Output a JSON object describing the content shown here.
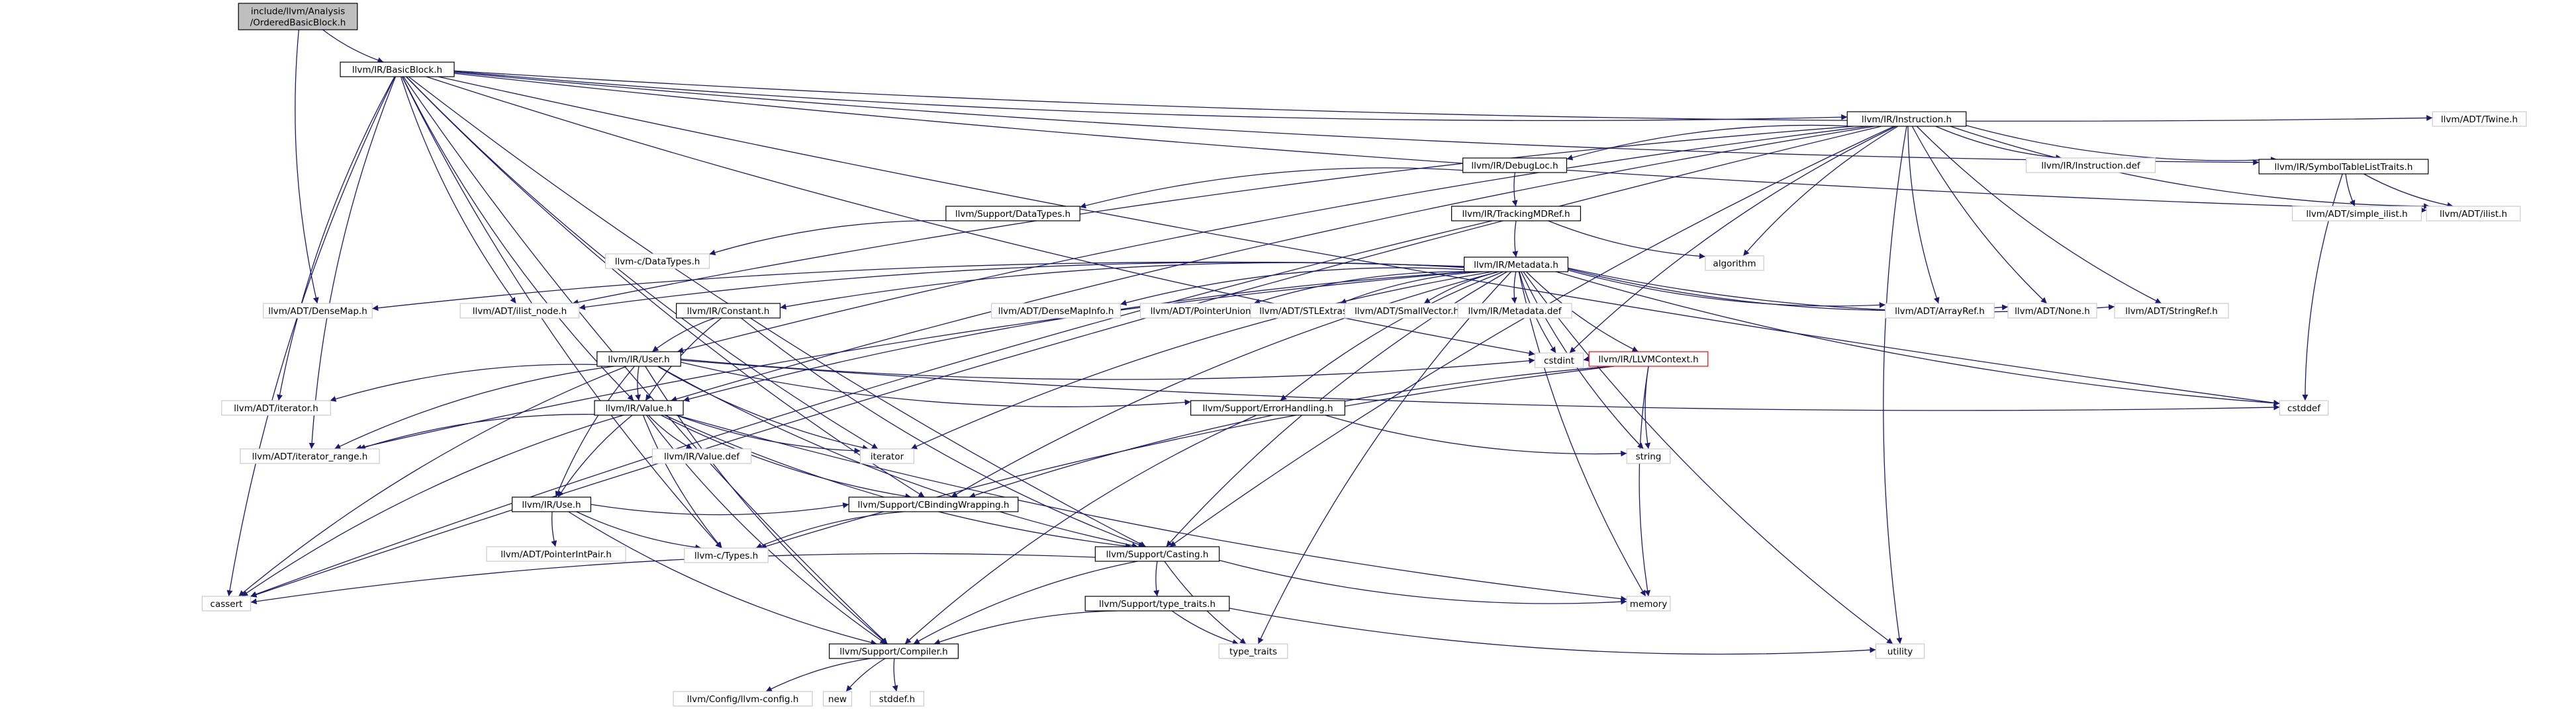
{
  "graph": {
    "nodes": [
      {
        "id": "obb",
        "lines": [
          "include/llvm/Analysis",
          "/OrderedBasicBlock.h"
        ],
        "style": "root"
      },
      {
        "id": "bb",
        "lines": [
          "llvm/IR/BasicBlock.h"
        ],
        "style": "box"
      },
      {
        "id": "ins",
        "lines": [
          "llvm/IR/Instruction.h"
        ],
        "style": "box"
      },
      {
        "id": "twine",
        "lines": [
          "llvm/ADT/Twine.h"
        ],
        "style": "plain"
      },
      {
        "id": "sym",
        "lines": [
          "llvm/IR/SymbolTableListTraits.h"
        ],
        "style": "box"
      },
      {
        "id": "simple",
        "lines": [
          "llvm/ADT/simple_ilist.h"
        ],
        "style": "plain"
      },
      {
        "id": "ilist",
        "lines": [
          "llvm/ADT/ilist.h"
        ],
        "style": "plain"
      },
      {
        "id": "dbg",
        "lines": [
          "llvm/IR/DebugLoc.h"
        ],
        "style": "box"
      },
      {
        "id": "insdef",
        "lines": [
          "llvm/IR/Instruction.def"
        ],
        "style": "plain"
      },
      {
        "id": "sdt",
        "lines": [
          "llvm/Support/DataTypes.h"
        ],
        "style": "box"
      },
      {
        "id": "tmd",
        "lines": [
          "llvm/IR/TrackingMDRef.h"
        ],
        "style": "box"
      },
      {
        "id": "algo",
        "lines": [
          "algorithm"
        ],
        "style": "plain"
      },
      {
        "id": "cdt",
        "lines": [
          "llvm-c/DataTypes.h"
        ],
        "style": "plain"
      },
      {
        "id": "meta",
        "lines": [
          "llvm/IR/Metadata.h"
        ],
        "style": "box"
      },
      {
        "id": "dmap",
        "lines": [
          "llvm/ADT/DenseMap.h"
        ],
        "style": "plain"
      },
      {
        "id": "ilnode",
        "lines": [
          "llvm/ADT/ilist_node.h"
        ],
        "style": "plain"
      },
      {
        "id": "const",
        "lines": [
          "llvm/IR/Constant.h"
        ],
        "style": "box"
      },
      {
        "id": "dmi",
        "lines": [
          "llvm/ADT/DenseMapInfo.h"
        ],
        "style": "plain"
      },
      {
        "id": "pu",
        "lines": [
          "llvm/ADT/PointerUnion.h"
        ],
        "style": "plain"
      },
      {
        "id": "stl",
        "lines": [
          "llvm/ADT/STLExtras.h"
        ],
        "style": "plain"
      },
      {
        "id": "sv",
        "lines": [
          "llvm/ADT/SmallVector.h"
        ],
        "style": "plain"
      },
      {
        "id": "mdef",
        "lines": [
          "llvm/IR/Metadata.def"
        ],
        "style": "plain"
      },
      {
        "id": "aref",
        "lines": [
          "llvm/ADT/ArrayRef.h"
        ],
        "style": "plain"
      },
      {
        "id": "none",
        "lines": [
          "llvm/ADT/None.h"
        ],
        "style": "plain"
      },
      {
        "id": "sref",
        "lines": [
          "llvm/ADT/StringRef.h"
        ],
        "style": "plain"
      },
      {
        "id": "user",
        "lines": [
          "llvm/IR/User.h"
        ],
        "style": "box"
      },
      {
        "id": "ctx",
        "lines": [
          "llvm/IR/LLVMContext.h"
        ],
        "style": "red"
      },
      {
        "id": "cstdint",
        "lines": [
          "cstdint"
        ],
        "style": "plain"
      },
      {
        "id": "cstddef",
        "lines": [
          "cstddef"
        ],
        "style": "plain"
      },
      {
        "id": "iter",
        "lines": [
          "llvm/ADT/iterator.h"
        ],
        "style": "plain"
      },
      {
        "id": "value",
        "lines": [
          "llvm/IR/Value.h"
        ],
        "style": "box"
      },
      {
        "id": "eh",
        "lines": [
          "llvm/Support/ErrorHandling.h"
        ],
        "style": "box"
      },
      {
        "id": "itr",
        "lines": [
          "llvm/ADT/iterator_range.h"
        ],
        "style": "plain"
      },
      {
        "id": "vdef",
        "lines": [
          "llvm/IR/Value.def"
        ],
        "style": "plain"
      },
      {
        "id": "iterator",
        "lines": [
          "iterator"
        ],
        "style": "plain"
      },
      {
        "id": "string",
        "lines": [
          "string"
        ],
        "style": "plain"
      },
      {
        "id": "use",
        "lines": [
          "llvm/IR/Use.h"
        ],
        "style": "box"
      },
      {
        "id": "pip",
        "lines": [
          "llvm/ADT/PointerIntPair.h"
        ],
        "style": "plain"
      },
      {
        "id": "cbw",
        "lines": [
          "llvm/Support/CBindingWrapping.h"
        ],
        "style": "box"
      },
      {
        "id": "ctypes",
        "lines": [
          "llvm-c/Types.h"
        ],
        "style": "plain"
      },
      {
        "id": "cast",
        "lines": [
          "llvm/Support/Casting.h"
        ],
        "style": "box"
      },
      {
        "id": "cassert",
        "lines": [
          "cassert"
        ],
        "style": "plain"
      },
      {
        "id": "memory",
        "lines": [
          "memory"
        ],
        "style": "plain"
      },
      {
        "id": "tt",
        "lines": [
          "llvm/Support/type_traits.h"
        ],
        "style": "box"
      },
      {
        "id": "ttraits",
        "lines": [
          "type_traits"
        ],
        "style": "plain"
      },
      {
        "id": "utility",
        "lines": [
          "utility"
        ],
        "style": "plain"
      },
      {
        "id": "comp",
        "lines": [
          "llvm/Support/Compiler.h"
        ],
        "style": "box"
      },
      {
        "id": "cfg",
        "lines": [
          "llvm/Config/llvm-config.h"
        ],
        "style": "plain"
      },
      {
        "id": "new",
        "lines": [
          "new"
        ],
        "style": "plain"
      },
      {
        "id": "stddef",
        "lines": [
          "stddef.h"
        ],
        "style": "plain"
      }
    ],
    "edges": [
      [
        "obb",
        "bb"
      ],
      [
        "obb",
        "dmap"
      ],
      [
        "bb",
        "ins"
      ],
      [
        "bb",
        "twine"
      ],
      [
        "bb",
        "sym"
      ],
      [
        "bb",
        "ilist"
      ],
      [
        "bb",
        "ilnode"
      ],
      [
        "bb",
        "value"
      ],
      [
        "bb",
        "cbw"
      ],
      [
        "bb",
        "cassert"
      ],
      [
        "bb",
        "comp"
      ],
      [
        "bb",
        "iter"
      ],
      [
        "bb",
        "itr"
      ],
      [
        "bb",
        "ctypes"
      ],
      [
        "bb",
        "cstddef"
      ],
      [
        "bb",
        "cast"
      ],
      [
        "bb",
        "iterator"
      ],
      [
        "bb",
        "cstdint"
      ],
      [
        "ins",
        "sym"
      ],
      [
        "ins",
        "ilist"
      ],
      [
        "ins",
        "ilnode"
      ],
      [
        "ins",
        "dbg"
      ],
      [
        "ins",
        "insdef"
      ],
      [
        "ins",
        "user"
      ],
      [
        "ins",
        "value"
      ],
      [
        "ins",
        "cassert"
      ],
      [
        "ins",
        "algo"
      ],
      [
        "ins",
        "aref"
      ],
      [
        "ins",
        "none"
      ],
      [
        "ins",
        "sref"
      ],
      [
        "ins",
        "cstdint"
      ],
      [
        "ins",
        "utility"
      ],
      [
        "ins",
        "cast"
      ],
      [
        "sym",
        "simple"
      ],
      [
        "sym",
        "ilist"
      ],
      [
        "sym",
        "cstddef"
      ],
      [
        "dbg",
        "sdt"
      ],
      [
        "dbg",
        "tmd"
      ],
      [
        "sdt",
        "cdt"
      ],
      [
        "tmd",
        "meta"
      ],
      [
        "tmd",
        "algo"
      ],
      [
        "tmd",
        "cassert"
      ],
      [
        "meta",
        "dmap"
      ],
      [
        "meta",
        "ilnode"
      ],
      [
        "meta",
        "const"
      ],
      [
        "meta",
        "dmi"
      ],
      [
        "meta",
        "pu"
      ],
      [
        "meta",
        "stl"
      ],
      [
        "meta",
        "sv"
      ],
      [
        "meta",
        "mdef"
      ],
      [
        "meta",
        "aref"
      ],
      [
        "meta",
        "none"
      ],
      [
        "meta",
        "sref"
      ],
      [
        "meta",
        "ctx"
      ],
      [
        "meta",
        "value"
      ],
      [
        "meta",
        "eh"
      ],
      [
        "meta",
        "cbw"
      ],
      [
        "meta",
        "cast"
      ],
      [
        "meta",
        "iterator"
      ],
      [
        "meta",
        "cstdint"
      ],
      [
        "meta",
        "cstddef"
      ],
      [
        "meta",
        "string"
      ],
      [
        "meta",
        "memory"
      ],
      [
        "meta",
        "ttraits"
      ],
      [
        "meta",
        "utility"
      ],
      [
        "meta",
        "itr"
      ],
      [
        "const",
        "user"
      ],
      [
        "const",
        "value"
      ],
      [
        "const",
        "cast"
      ],
      [
        "user",
        "iter"
      ],
      [
        "user",
        "itr"
      ],
      [
        "user",
        "value"
      ],
      [
        "user",
        "use"
      ],
      [
        "user",
        "eh"
      ],
      [
        "user",
        "cast"
      ],
      [
        "user",
        "comp"
      ],
      [
        "user",
        "cassert"
      ],
      [
        "user",
        "cstdint"
      ],
      [
        "user",
        "cstddef"
      ],
      [
        "user",
        "iterator"
      ],
      [
        "value",
        "itr"
      ],
      [
        "value",
        "vdef"
      ],
      [
        "value",
        "use"
      ],
      [
        "value",
        "cbw"
      ],
      [
        "value",
        "ctypes"
      ],
      [
        "value",
        "cast"
      ],
      [
        "value",
        "comp"
      ],
      [
        "value",
        "cassert"
      ],
      [
        "value",
        "iterator"
      ],
      [
        "value",
        "memory"
      ],
      [
        "ctx",
        "cbw"
      ],
      [
        "ctx",
        "ctypes"
      ],
      [
        "ctx",
        "cstdint"
      ],
      [
        "ctx",
        "memory"
      ],
      [
        "ctx",
        "string"
      ],
      [
        "eh",
        "comp"
      ],
      [
        "eh",
        "string"
      ],
      [
        "use",
        "pip"
      ],
      [
        "use",
        "cbw"
      ],
      [
        "use",
        "ctypes"
      ],
      [
        "use",
        "comp"
      ],
      [
        "cbw",
        "ctypes"
      ],
      [
        "cast",
        "cassert"
      ],
      [
        "cast",
        "memory"
      ],
      [
        "cast",
        "tt"
      ],
      [
        "cast",
        "ttraits"
      ],
      [
        "cast",
        "comp"
      ],
      [
        "tt",
        "ttraits"
      ],
      [
        "tt",
        "utility"
      ],
      [
        "tt",
        "comp"
      ],
      [
        "comp",
        "cfg"
      ],
      [
        "comp",
        "new"
      ],
      [
        "comp",
        "stddef"
      ]
    ]
  },
  "colors": {
    "edge": "#1a1a6e",
    "border": "#000000",
    "plain_border": "#cccccc",
    "red_border": "#ff0000",
    "root_fill": "#bfbfbf",
    "text": "#000000"
  }
}
